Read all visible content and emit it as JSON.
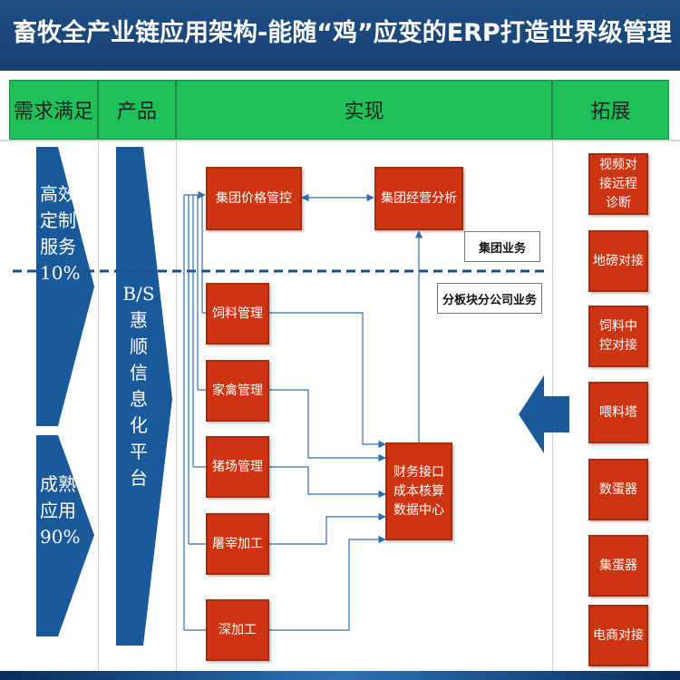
{
  "title": "畜牧全产业链应用架构-能随“鸡”应变的ERP打造世界级管理",
  "headers": {
    "demand": "需求满足",
    "product": "产品",
    "implement": "实现",
    "expand": "拓展"
  },
  "demand_chevrons": {
    "custom": "高效定制服务10%",
    "mature": "成熟应用90%"
  },
  "product_chevron": "B/S惠顺信息化平台",
  "implement": {
    "group_price": "集团价格管控",
    "group_analysis": "集团经营分析",
    "feed": "饲料管理",
    "poultry": "家禽管理",
    "pig": "猪场管理",
    "slaughter": "屠宰加工",
    "deep": "深加工",
    "finance_center": "财务接口成本核算数据中心",
    "label_group": "集团业务",
    "label_branch": "分板块分公司业务"
  },
  "expand": [
    "视频对接远程诊断",
    "地磅对接",
    "饲料中控对接",
    "喂料塔",
    "数蛋器",
    "集蛋器",
    "电商对接"
  ],
  "colors": {
    "title_bg": "#1f4f86",
    "header_green": "#1fbf5a",
    "chevron_blue": "#1b5a9a",
    "box_red": "#cc3412",
    "line_blue": "#2f6db0"
  }
}
